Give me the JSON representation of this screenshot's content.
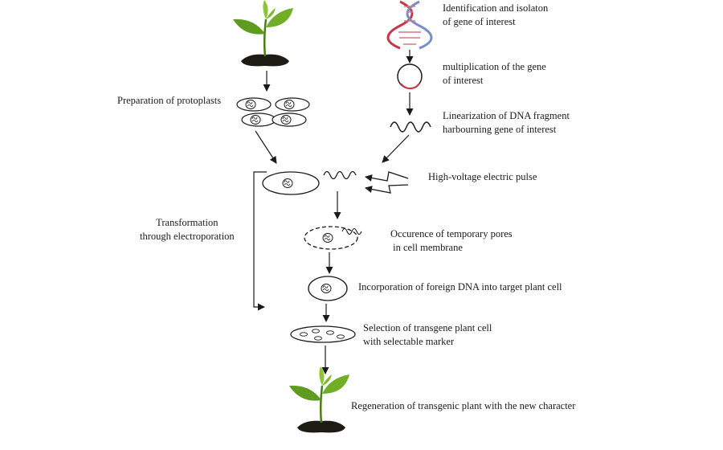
{
  "labels": {
    "identification": [
      "Identification and isolaton",
      "of gene of interest"
    ],
    "multiplication": [
      "multiplication of the gene",
      "of interest"
    ],
    "linearization": [
      "Linearization of DNA fragment",
      "harbourning gene of interest"
    ],
    "protoplasts": "Preparation of protoplasts",
    "pulse": "High-voltage electric pulse",
    "transformation": [
      "Transformation",
      "through electroporation"
    ],
    "pores": [
      "Occurence of temporary pores",
      " in cell membrane"
    ],
    "incorporation": "Incorporation of foreign DNA into target plant cell",
    "selection": [
      "Selection of transgene plant cell",
      "with selectable marker"
    ],
    "regeneration": "Regeneration of transgenic plant with the new character"
  },
  "colors": {
    "line": "#1a1a1a",
    "leaf": "#5e9b1e",
    "leaf_light": "#8dc53a",
    "soil": "#1e1a14",
    "dna_red": "#c23a4a",
    "dna_blue": "#7a8cc8"
  },
  "icons": [
    "plant-icon",
    "dna-helix-icon",
    "plasmid-icon",
    "dna-fragment-icon",
    "protoplast-cell-icon",
    "lightning-bolt-icon"
  ]
}
